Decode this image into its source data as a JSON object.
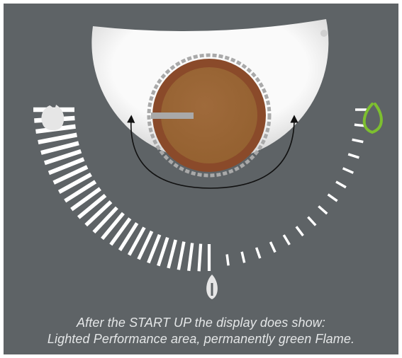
{
  "colors": {
    "background": "#5e6366",
    "bezel_light": "#f7f7f7",
    "bezel_shadow": "#bdbdbd",
    "knob_outer": "#8a4a2a",
    "knob_inner": "#9a6437",
    "dashed_ring": "#a9a9a9",
    "indicator": "#a9a9a9",
    "segments": "#ffffff",
    "flame_active": "#7dbf2f",
    "flame_inactive": "#e6e6e6",
    "arrow": "#111111"
  },
  "icons": {
    "left_flame": "flame-large-icon",
    "bottom_flame": "flame-small-icon",
    "right_flame": "flame-outline-icon",
    "top_dot": "status-dot-icon"
  },
  "display": {
    "active_flame": "right",
    "flame_state": "permanently green",
    "performance_area": "lighted"
  },
  "caption": {
    "line1": "After the START UP the display does show:",
    "line2": "Lighted Performance area, permanently green Flame."
  }
}
